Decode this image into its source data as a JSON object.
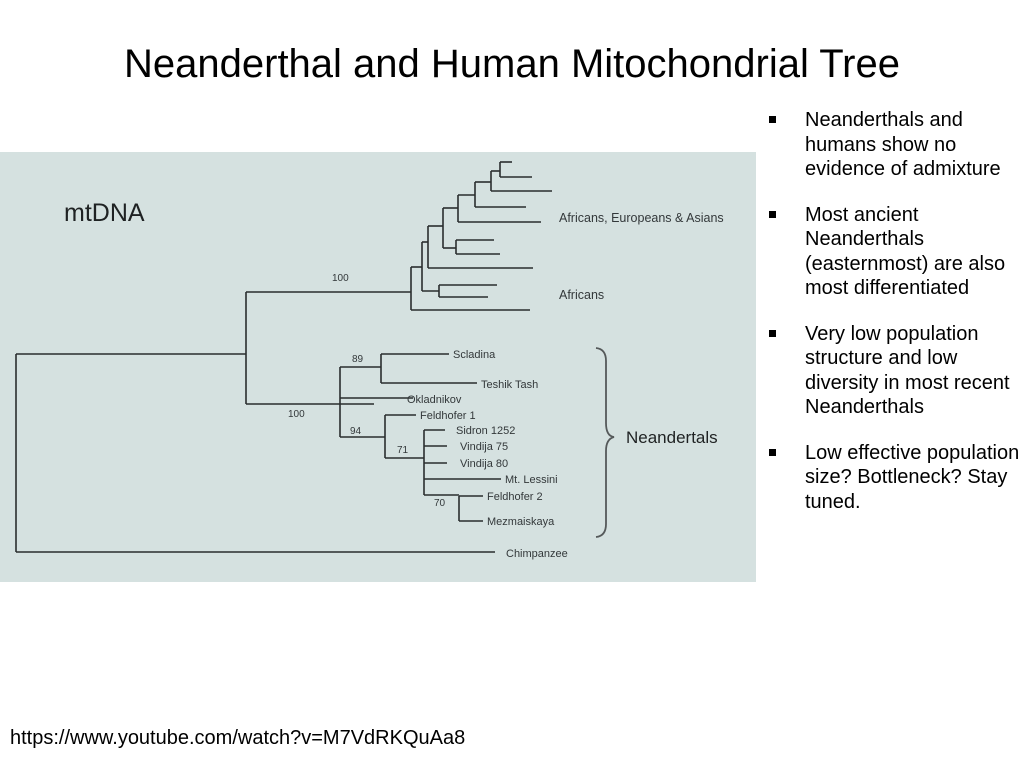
{
  "slide": {
    "title": "Neanderthal and Human Mitochondrial Tree",
    "source_url": "https://www.youtube.com/watch?v=M7VdRKQuAa8"
  },
  "bullets": [
    "Neanderthals and humans show no evidence of admixture",
    "Most ancient Neanderthals (easternmost) are also most differentiated",
    "Very low population structure and low diversity in most recent Neanderthals",
    "Low effective population size? Bottleneck? Stay tuned."
  ],
  "tree": {
    "title": "mtDNA",
    "group_labels": {
      "modern_mixed": "Africans, Europeans & Asians",
      "africans": "Africans",
      "neandertals": "Neandertals"
    },
    "leaves": {
      "scladina": "Scladina",
      "teshik_tash": "Teshik Tash",
      "okladnikov": "Okladnikov",
      "feldhofer1": "Feldhofer 1",
      "sidron": "Sidron 1252",
      "vindija75": "Vindija 75",
      "vindija80": "Vindija 80",
      "lessini": "Mt. Lessini",
      "feldhofer2": "Feldhofer 2",
      "mezmaiskaya": "Mezmaiskaya",
      "chimpanzee": "Chimpanzee"
    },
    "bootstrap": {
      "human_clade": "100",
      "neandertal_clade": "100",
      "scladina_teshik": "89",
      "inner_neandertal": "94",
      "western_neandertal": "71",
      "feldhofer2_mez": "70"
    },
    "colors": {
      "panel_background": "#d5e1e0",
      "branch": "#2a2d2e"
    }
  }
}
